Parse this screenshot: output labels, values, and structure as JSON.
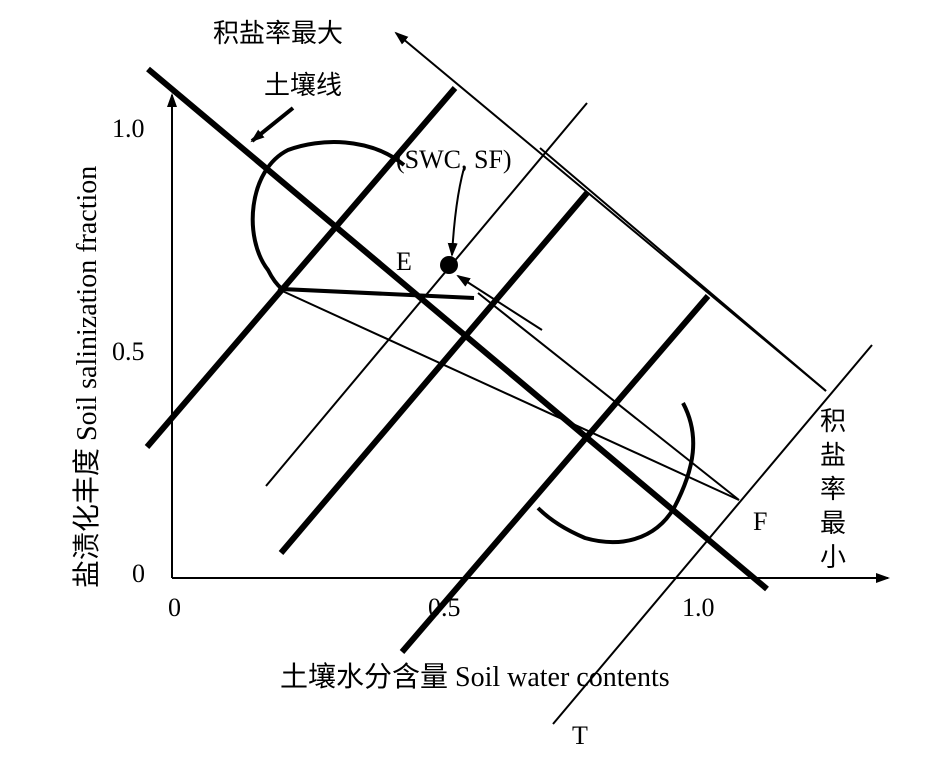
{
  "title": "",
  "axes": {
    "x_label": "土壤水分含量 Soil water contents",
    "y_label": "盐渍化丰度 Soil salinization fraction",
    "x_ticks": [
      "0",
      "0.5",
      "1.0"
    ],
    "y_ticks": [
      "0",
      "0.5",
      "1.0"
    ]
  },
  "annotations": {
    "max_salt_rate": "积盐率最大",
    "min_salt_rate": [
      "积",
      "盐",
      "率",
      "最",
      "小"
    ],
    "soil_line": "土壤线",
    "point_label": "(SWC, SF)",
    "label_e": "E",
    "label_f": "F",
    "label_t": "T"
  },
  "colors": {
    "ink": "#000000",
    "background": "#ffffff"
  }
}
